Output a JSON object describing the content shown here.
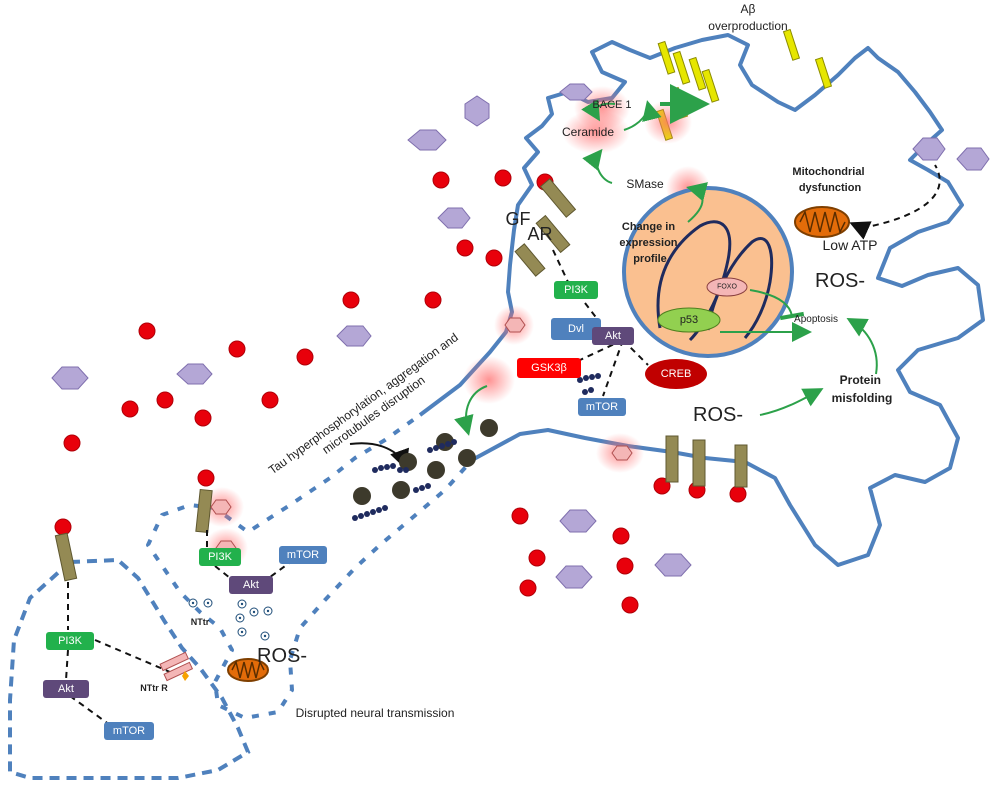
{
  "labels": {
    "abeta": "Aβ",
    "overproduction": "overproduction",
    "bace1": "BACE 1",
    "ceramide": "Ceramide",
    "smase": "SMase",
    "mito_line1": "Mitochondrial",
    "mito_line2": "dysfunction",
    "low_atp": "Low ATP",
    "change_line1": "Change in",
    "change_line2": "expression",
    "change_line3": "profile",
    "foxo": "FOXO",
    "p53": "p53",
    "apoptosis": "Apoptosis",
    "ros_right": "ROS-",
    "ros_mid": "ROS-",
    "ros_bottom": "ROS-",
    "gf": "GF",
    "ar": "AR",
    "pi3k_top": "PI3K",
    "dvl": "Dvl",
    "akt_top": "Akt",
    "gsk3b": "GSK3β",
    "creb": "CREB",
    "mtor_top": "mTOR",
    "protein_line1": "Protein",
    "protein_line2": "misfolding",
    "tau_line1": "Tau hyperphosphorylation, aggregation and",
    "tau_line2": "microtubules disruption",
    "pi3k_mid": "PI3K",
    "akt_mid": "Akt",
    "mtor_mid": "mTOR",
    "nttr": "NTtr",
    "nttr_r": "NTtr R",
    "pi3k_left": "PI3K",
    "akt_left": "Akt",
    "mtor_left": "mTOR",
    "disrupted": "Disrupted neural transmission"
  },
  "colors": {
    "membrane": "#4f81bd",
    "red_dot": "#e8000b",
    "hexagon": "#b4a7d6",
    "pi3k": "#22b14c",
    "akt": "#5f497a",
    "mtor": "#4f81bd",
    "gsk3b": "#ff0000",
    "creb": "#c00000",
    "nucleus": "#fac090",
    "green_arrow": "#2ca14a",
    "receptor": "#948a54",
    "amyloid": "#e6e600",
    "tau_dot": "#3d3a2c",
    "microtubule": "#1f2b5e"
  }
}
